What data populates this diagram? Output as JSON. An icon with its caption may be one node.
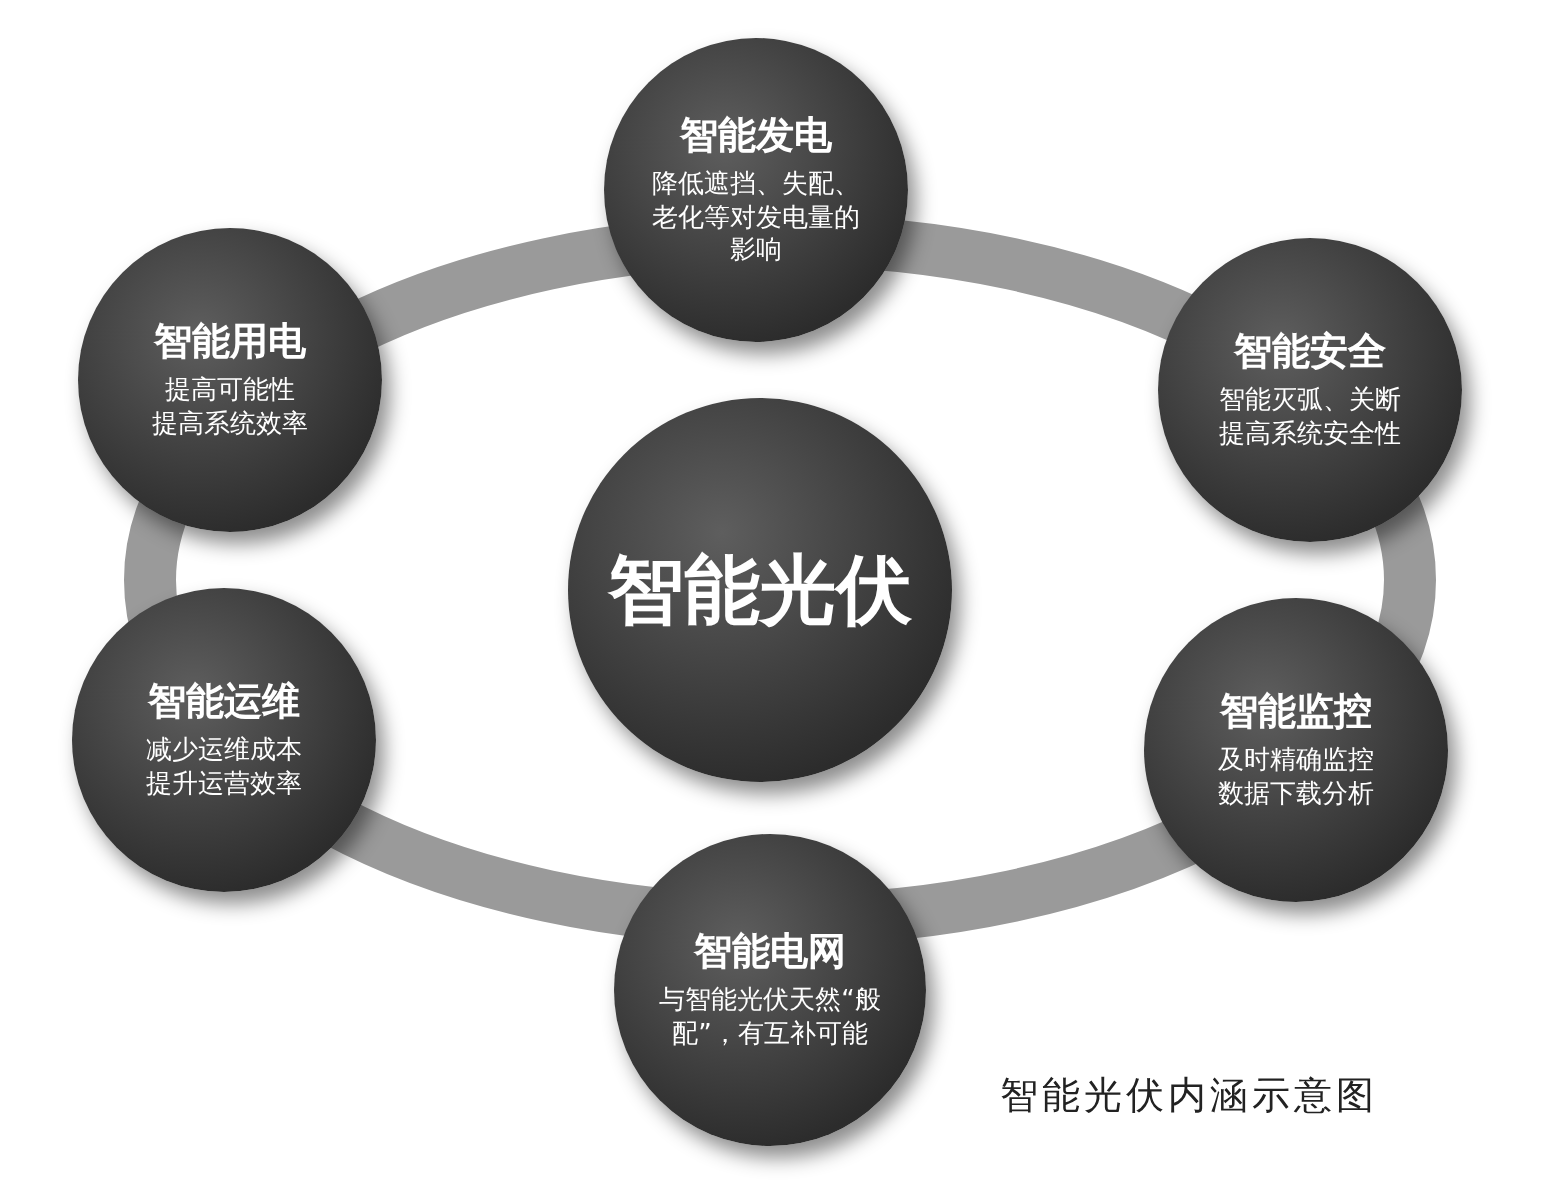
{
  "diagram": {
    "caption": "智能光伏内涵示意图",
    "nodes": [
      {
        "text": [
          "智能发电",
          "降低遮挡、失配、老化等对发电量的影响"
        ]
      },
      {
        "text": [
          "智能用电",
          "提高可能性",
          "提高系统效率"
        ]
      },
      {
        "text": [
          "智能安全",
          "智能灭弧、关断",
          "提高系统安全性"
        ]
      },
      {
        "text": [
          "智能光伏"
        ]
      },
      {
        "text": [
          "智能运维",
          "减少运维成本",
          "提升运营效率"
        ]
      },
      {
        "text": [
          "智能监控",
          "及时精确监控",
          "数据下载分析"
        ]
      },
      {
        "text": [
          "智能电网",
          "与智能光伏天然“般配”，有互补可能"
        ]
      }
    ],
    "edges": []
  }
}
